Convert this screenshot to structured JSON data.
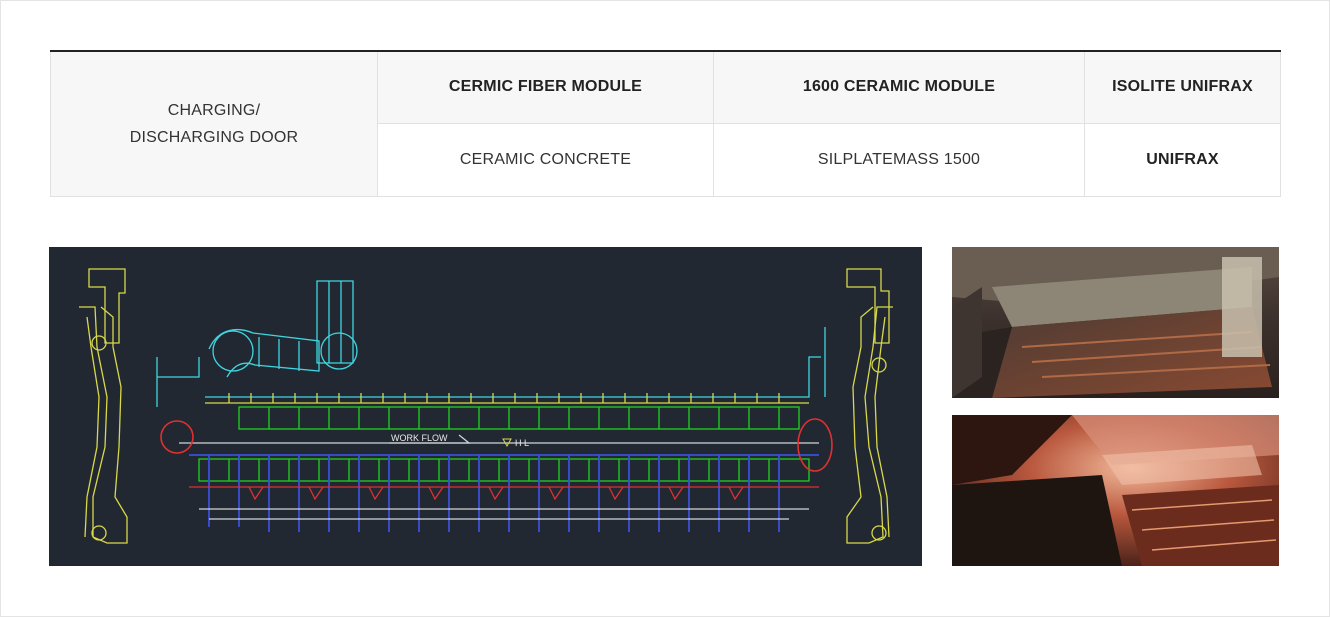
{
  "table": {
    "door_label_line1": "CHARGING/",
    "door_label_line2": "DISCHARGING DOOR",
    "headers": [
      "CERMIC FIBER MODULE",
      "1600 CERAMIC MODULE",
      "ISOLITE UNIFRAX"
    ],
    "values": [
      "CERAMIC CONCRETE",
      "SILPLATEMASS 1500",
      "UNIFRAX"
    ]
  },
  "diagram": {
    "work_flow_label": "WORK FLOW",
    "hl_label": "H L"
  },
  "colors": {
    "header_bg": "#f7f7f7",
    "border": "#e1e1e1",
    "top_rule": "#222222",
    "diagram_bg": "#222831",
    "line_green": "#1fd11f",
    "line_cyan": "#3fd6e0",
    "line_yellow": "#d8d84a",
    "line_blue": "#3a4fd8",
    "line_red": "#e03030"
  },
  "icons": {
    "diagram": "furnace-cad-drawing",
    "photo_top": "furnace-interior-photo",
    "photo_bottom": "furnace-hot-zone-photo"
  }
}
